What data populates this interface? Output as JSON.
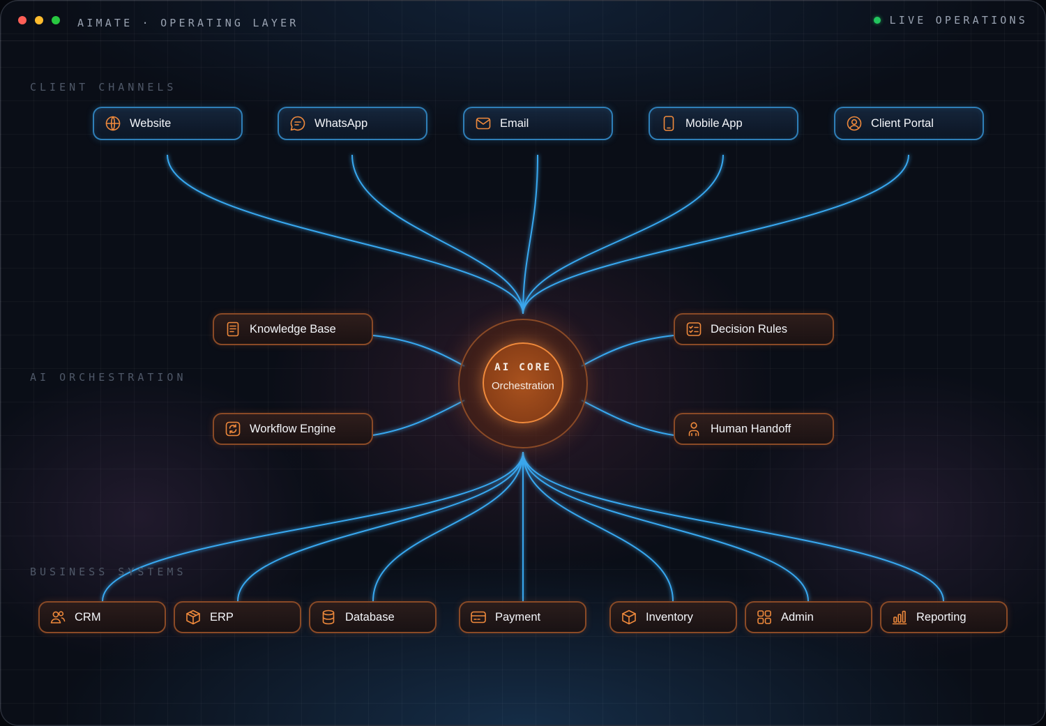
{
  "window": {
    "title": "AIMATE · OPERATING LAYER",
    "status": "LIVE OPERATIONS",
    "traffic_lights": [
      "#ff5f57",
      "#febc2e",
      "#28c840"
    ]
  },
  "colors": {
    "channel_accent": "#38a8f0",
    "orchestration_accent": "#f08a3c",
    "live_indicator": "#22c55e"
  },
  "sections": {
    "client_channels": "CLIENT CHANNELS",
    "ai_orchestration": "AI ORCHESTRATION",
    "business_systems": "BUSINESS SYSTEMS"
  },
  "channels": [
    {
      "label": "Website",
      "icon": "globe-icon"
    },
    {
      "label": "WhatsApp",
      "icon": "chat-bubble-icon"
    },
    {
      "label": "Email",
      "icon": "envelope-icon"
    },
    {
      "label": "Mobile App",
      "icon": "smartphone-icon"
    },
    {
      "label": "Client Portal",
      "icon": "user-circle-icon"
    }
  ],
  "core": {
    "title": "AI CORE",
    "subtitle": "Orchestration"
  },
  "orchestration": [
    {
      "label": "Knowledge Base",
      "icon": "document-icon"
    },
    {
      "label": "Decision Rules",
      "icon": "checklist-icon"
    },
    {
      "label": "Workflow Engine",
      "icon": "refresh-cycle-icon"
    },
    {
      "label": "Human Handoff",
      "icon": "person-icon"
    }
  ],
  "systems": [
    {
      "label": "CRM",
      "icon": "users-icon"
    },
    {
      "label": "ERP",
      "icon": "box-icon"
    },
    {
      "label": "Database",
      "icon": "database-icon"
    },
    {
      "label": "Payment",
      "icon": "credit-card-icon"
    },
    {
      "label": "Inventory",
      "icon": "package-icon"
    },
    {
      "label": "Admin",
      "icon": "grid-apps-icon"
    },
    {
      "label": "Reporting",
      "icon": "bar-chart-icon"
    }
  ]
}
